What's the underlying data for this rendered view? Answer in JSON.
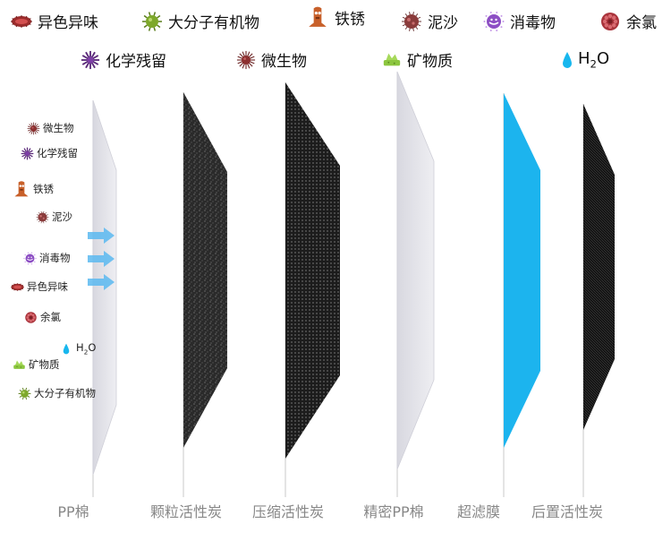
{
  "legend": {
    "row1": [
      {
        "label": "异色异味",
        "icon": "oval-germ-icon",
        "color": "#9b2c2c"
      },
      {
        "label": "大分子有机物",
        "icon": "green-germ-icon",
        "color": "#7da82a"
      },
      {
        "label": "铁锈",
        "icon": "rust-creature-icon",
        "color": "#c8602a"
      },
      {
        "label": "泥沙",
        "icon": "sand-germ-icon",
        "color": "#8a3b3b"
      },
      {
        "label": "消毒物",
        "icon": "purple-germ-icon",
        "color": "#8d4fc4"
      },
      {
        "label": "余氯",
        "icon": "chlorine-ball-icon",
        "color": "#a8323a"
      }
    ],
    "row2": [
      {
        "label": "化学残留",
        "icon": "purple-star-icon",
        "color": "#5b2a7a"
      },
      {
        "label": "微生物",
        "icon": "microbe-icon",
        "color": "#6b2424"
      },
      {
        "label": "矿物质",
        "icon": "mineral-icon",
        "color": "#8cc63f"
      }
    ],
    "water": {
      "h": "H",
      "sub": "2",
      "o": "O",
      "color": "#18b7ee"
    }
  },
  "left_list": [
    {
      "label": "微生物",
      "icon": "microbe-icon"
    },
    {
      "label": "化学残留",
      "icon": "purple-star-icon"
    },
    {
      "label": "铁锈",
      "icon": "rust-creature-icon"
    },
    {
      "label": "泥沙",
      "icon": "sand-germ-icon"
    },
    {
      "label": "消毒物",
      "icon": "purple-germ-icon"
    },
    {
      "label": "异色异味",
      "icon": "oval-germ-icon"
    },
    {
      "label": "余氯",
      "icon": "chlorine-ball-icon"
    },
    {
      "label": "矿物质",
      "icon": "mineral-icon"
    },
    {
      "label": "大分子有机物",
      "icon": "green-germ-icon"
    }
  ],
  "left_water": {
    "h": "H",
    "sub": "2",
    "o": "O"
  },
  "stages": [
    {
      "label": "PP棉",
      "fill": "#e4e4ea"
    },
    {
      "label": "颗粒活性炭",
      "fill": "#2a2a2a"
    },
    {
      "label": "压缩活性炭",
      "fill": "#1c1c1c"
    },
    {
      "label": "精密PP棉",
      "fill": "#e1e1e8"
    },
    {
      "label": "超滤膜",
      "fill": "#1cb4ee"
    },
    {
      "label": "后置活性炭",
      "fill": "#111111"
    }
  ],
  "colors": {
    "arrow": "#5bb8f0",
    "stem": "#c9c9c9",
    "label": "#888888"
  }
}
